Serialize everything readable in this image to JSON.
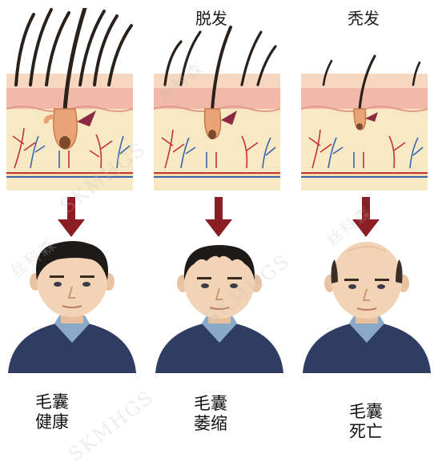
{
  "stages": [
    {
      "top_label": "",
      "caption_line1": "毛囊",
      "caption_line2": "健康",
      "hair": "healthy"
    },
    {
      "top_label": "脱发",
      "caption_line1": "毛囊",
      "caption_line2": "萎缩",
      "hair": "thinning"
    },
    {
      "top_label": "秃发",
      "caption_line1": "毛囊",
      "caption_line2": "死亡",
      "hair": "bald"
    }
  ],
  "watermark": {
    "latin": "SKMHGS",
    "chinese": "丝科森"
  },
  "colors": {
    "arrow": "#8b1e24",
    "skin_top": "#f2b8a8",
    "skin_mid": "#f7e9c4",
    "hair": "#2b211b",
    "shirt": "#2f3d62",
    "collar": "#8aa9c8",
    "face": "#f3d3b6",
    "bulb": "#e8a477",
    "vessel_red": "#c43232",
    "vessel_blue": "#3b64b0"
  }
}
